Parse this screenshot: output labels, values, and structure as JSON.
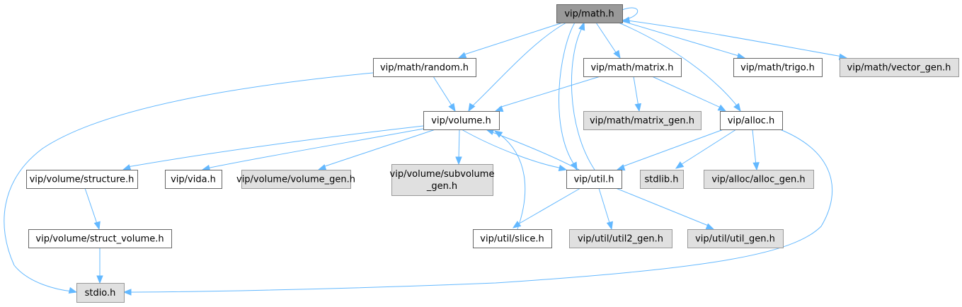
{
  "diagram": {
    "type": "include-dependency-graph",
    "edge_color": "#63b8ff",
    "colors": {
      "focus_node": "#999999",
      "normal_node": "#ffffff",
      "external_node": "#e0e0e0"
    },
    "nodes": [
      {
        "id": "math",
        "label": "vip/math.h",
        "kind": "focus"
      },
      {
        "id": "random",
        "label": "vip/math/random.h",
        "kind": "normal"
      },
      {
        "id": "matrix",
        "label": "vip/math/matrix.h",
        "kind": "normal"
      },
      {
        "id": "trigo",
        "label": "vip/math/trigo.h",
        "kind": "normal"
      },
      {
        "id": "vector_gen",
        "label": "vip/math/vector_gen.h",
        "kind": "external"
      },
      {
        "id": "volume",
        "label": "vip/volume.h",
        "kind": "normal"
      },
      {
        "id": "matrix_gen",
        "label": "vip/math/matrix_gen.h",
        "kind": "external"
      },
      {
        "id": "alloc",
        "label": "vip/alloc.h",
        "kind": "normal"
      },
      {
        "id": "structure",
        "label": "vip/volume/structure.h",
        "kind": "normal"
      },
      {
        "id": "vida",
        "label": "vip/vida.h",
        "kind": "normal"
      },
      {
        "id": "volume_gen",
        "label": "vip/volume/volume_gen.h",
        "kind": "external"
      },
      {
        "id": "subvolume_gen",
        "label": "vip/volume/subvolume_gen.h",
        "lines": [
          "vip/volume/subvolume",
          "_gen.h"
        ],
        "kind": "external"
      },
      {
        "id": "util",
        "label": "vip/util.h",
        "kind": "normal"
      },
      {
        "id": "stdlib",
        "label": "stdlib.h",
        "kind": "external"
      },
      {
        "id": "alloc_gen",
        "label": "vip/alloc/alloc_gen.h",
        "kind": "external"
      },
      {
        "id": "struct_volume",
        "label": "vip/volume/struct_volume.h",
        "kind": "normal"
      },
      {
        "id": "slice",
        "label": "vip/util/slice.h",
        "kind": "normal"
      },
      {
        "id": "util2_gen",
        "label": "vip/util/util2_gen.h",
        "kind": "external"
      },
      {
        "id": "util_gen",
        "label": "vip/util/util_gen.h",
        "kind": "external"
      },
      {
        "id": "stdio",
        "label": "stdio.h",
        "kind": "external"
      }
    ],
    "edges": [
      {
        "from": "math",
        "to": "math"
      },
      {
        "from": "math",
        "to": "random"
      },
      {
        "from": "math",
        "to": "volume"
      },
      {
        "from": "math",
        "to": "util"
      },
      {
        "from": "math",
        "to": "matrix"
      },
      {
        "from": "math",
        "to": "alloc"
      },
      {
        "from": "math",
        "to": "trigo"
      },
      {
        "from": "math",
        "to": "vector_gen"
      },
      {
        "from": "random",
        "to": "volume"
      },
      {
        "from": "random",
        "to": "stdio"
      },
      {
        "from": "matrix",
        "to": "volume"
      },
      {
        "from": "matrix",
        "to": "matrix_gen"
      },
      {
        "from": "matrix",
        "to": "alloc"
      },
      {
        "from": "volume",
        "to": "structure"
      },
      {
        "from": "volume",
        "to": "vida"
      },
      {
        "from": "volume",
        "to": "volume_gen"
      },
      {
        "from": "volume",
        "to": "subvolume_gen"
      },
      {
        "from": "volume",
        "to": "util"
      },
      {
        "from": "util",
        "to": "volume"
      },
      {
        "from": "util",
        "to": "math"
      },
      {
        "from": "util",
        "to": "slice"
      },
      {
        "from": "util",
        "to": "util2_gen"
      },
      {
        "from": "util",
        "to": "util_gen"
      },
      {
        "from": "slice",
        "to": "volume"
      },
      {
        "from": "alloc",
        "to": "util"
      },
      {
        "from": "alloc",
        "to": "stdlib"
      },
      {
        "from": "alloc",
        "to": "alloc_gen"
      },
      {
        "from": "alloc",
        "to": "stdio"
      },
      {
        "from": "structure",
        "to": "struct_volume"
      },
      {
        "from": "struct_volume",
        "to": "stdio"
      }
    ]
  }
}
